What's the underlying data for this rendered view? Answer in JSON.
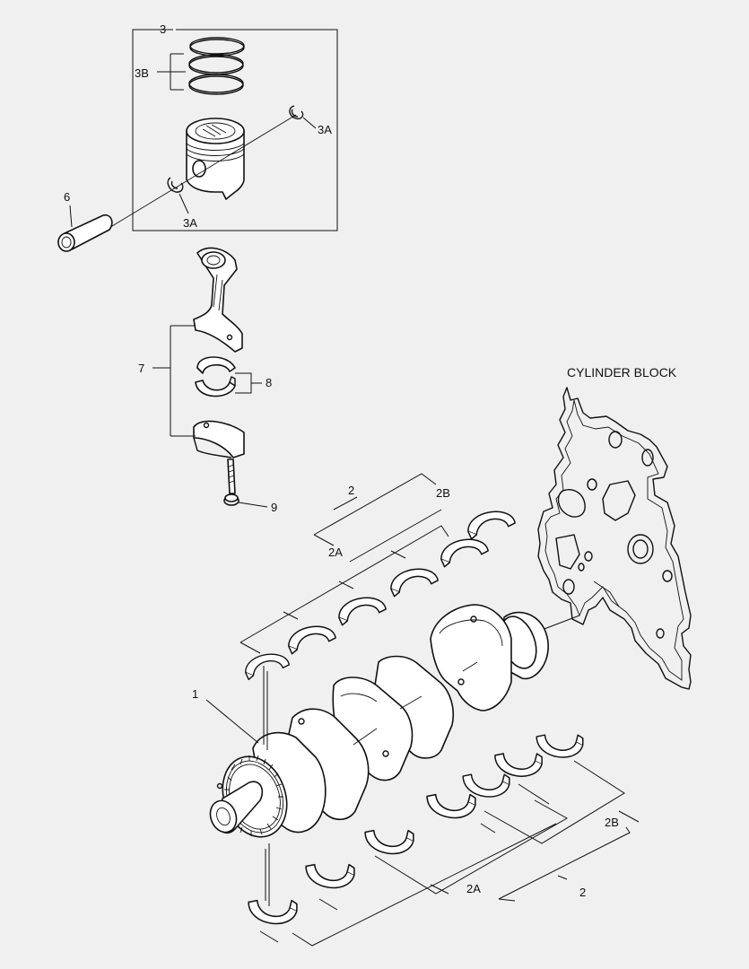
{
  "callouts": {
    "c3": "3",
    "c3b": "3B",
    "c3a_top": "3A",
    "c3a_bottom": "3A",
    "c6": "6",
    "c7": "7",
    "c8": "8",
    "c9": "9",
    "c1": "1",
    "c2_top": "2",
    "c2b_top": "2B",
    "c2a_top": "2A",
    "c2b_bottom": "2B",
    "c2a_bottom": "2A",
    "c2_bottom": "2"
  },
  "labels": {
    "cylinder_block": "CYLINDER BLOCK"
  }
}
